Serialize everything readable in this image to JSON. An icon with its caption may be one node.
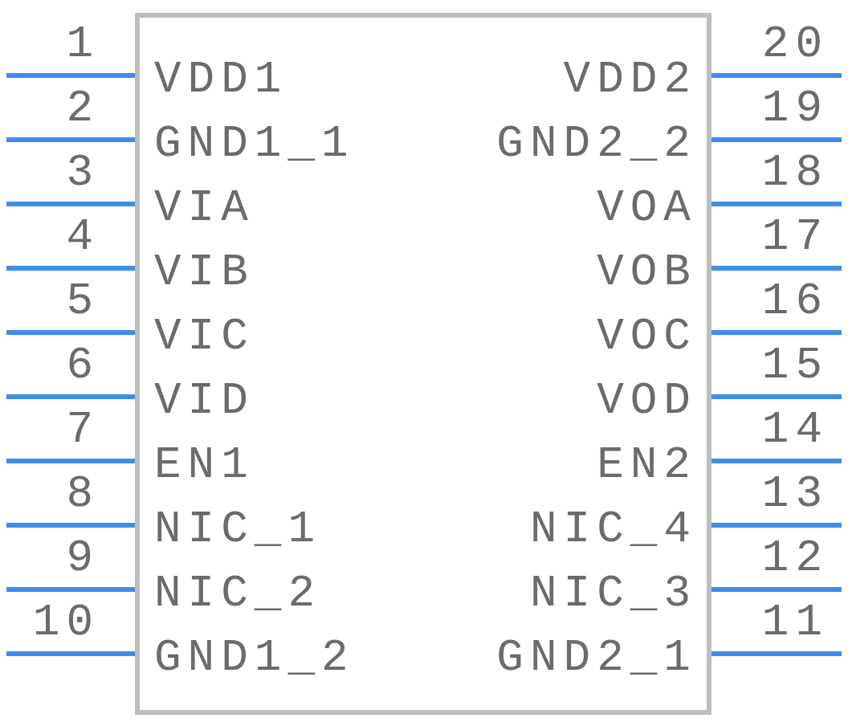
{
  "diagram": {
    "labels": [
      "1",
      "VDD1",
      "VDD2",
      "20",
      "2",
      "GND1_1",
      "GND2_2",
      "19",
      "3",
      "VIA",
      "VOA",
      "18",
      "4",
      "VIB",
      "VOB",
      "17",
      "5",
      "VIC",
      "VOC",
      "16",
      "6",
      "VID",
      "VOD",
      "15",
      "7",
      "EN1",
      "EN2",
      "14",
      "8",
      "NIC_1",
      "NIC_4",
      "13",
      "9",
      "NIC_2",
      "NIC_3",
      "12",
      "10",
      "GND1_2",
      "GND2_1",
      "11"
    ]
  }
}
